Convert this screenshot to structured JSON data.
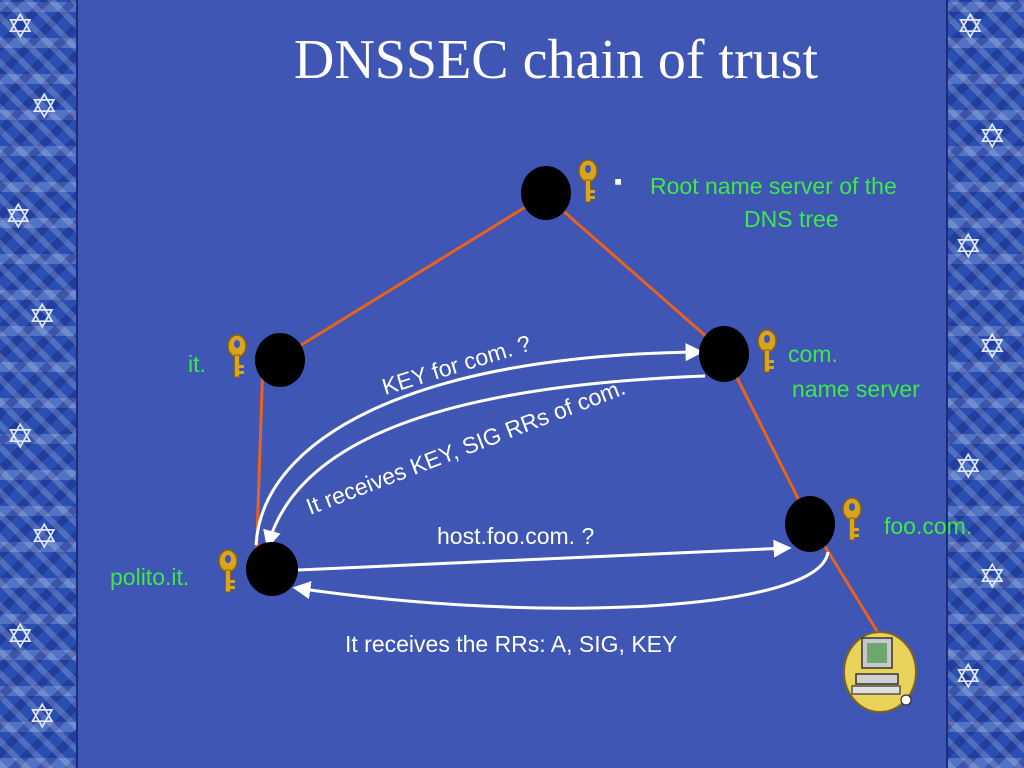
{
  "title": "DNSSEC chain of trust",
  "nodes": {
    "root": {
      "bullet": "▪",
      "label_line1": "Root name server of the",
      "label_line2": "DNS tree"
    },
    "it": {
      "label": "it."
    },
    "com": {
      "label_line1": "com.",
      "label_line2": "name server"
    },
    "foo": {
      "label": "foo.com."
    },
    "polito": {
      "label": "polito.it."
    }
  },
  "messages": {
    "key_query": "KEY for com. ?",
    "key_response": "It receives KEY, SIG RRs of com.",
    "host_query": "host.foo.com. ?",
    "rr_response": "It receives the RRs: A, SIG, KEY"
  },
  "colors": {
    "background": "#3f56b4",
    "tree_edge": "#e8621e",
    "label_green": "#3ee84a",
    "arrow": "#ffffff",
    "key_gold": "#d9a520"
  },
  "icons": [
    "key-icon",
    "computer-icon",
    "bullet-icon"
  ]
}
